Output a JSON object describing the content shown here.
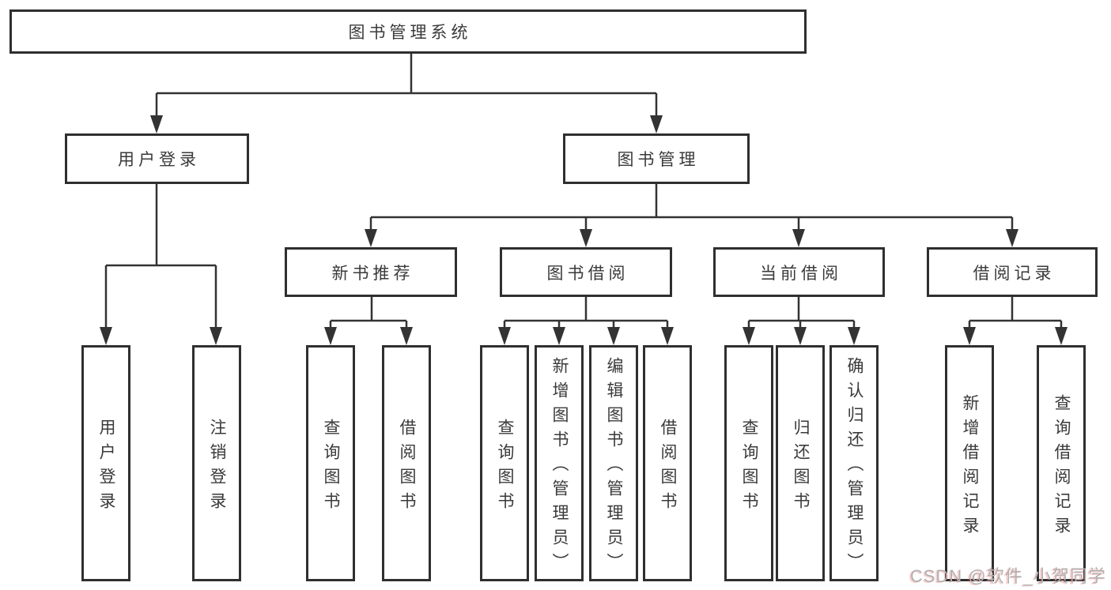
{
  "colors": {
    "background": "#ffffff",
    "border": "#2f2f2f",
    "line": "#333333",
    "text": "#3a3a3a",
    "watermark": "#b0b0b0"
  },
  "watermark": {
    "text": "CSDN @软件_小贺同学"
  },
  "tree": {
    "label": "图书管理系统",
    "children": [
      {
        "label": "用户登录",
        "children": [
          {
            "label": "用户登录"
          },
          {
            "label": "注销登录"
          }
        ]
      },
      {
        "label": "图书管理",
        "children": [
          {
            "label": "新书推荐",
            "children": [
              {
                "label": "查询图书"
              },
              {
                "label": "借阅图书"
              }
            ]
          },
          {
            "label": "图书借阅",
            "children": [
              {
                "label": "查询图书"
              },
              {
                "label": "新增图书（管理员）"
              },
              {
                "label": "编辑图书（管理员）"
              },
              {
                "label": "借阅图书"
              }
            ]
          },
          {
            "label": "当前借阅",
            "children": [
              {
                "label": "查询图书"
              },
              {
                "label": "归还图书"
              },
              {
                "label": "确认归还（管理员）"
              }
            ]
          },
          {
            "label": "借阅记录",
            "children": [
              {
                "label": "新增借阅记录"
              },
              {
                "label": "查询借阅记录"
              }
            ]
          }
        ]
      }
    ]
  }
}
